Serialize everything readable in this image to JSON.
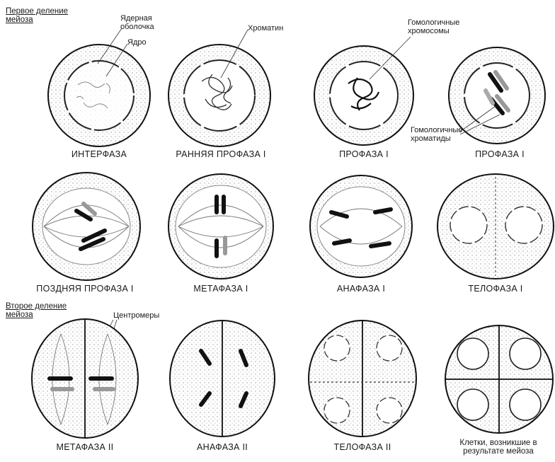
{
  "sections": {
    "first_line1": "Первое деление",
    "first_line2": "мейоза",
    "second_line1": "Второе деление",
    "second_line2": "мейоза"
  },
  "annotations": {
    "nuclear_envelope_line1": "Ядерная",
    "nuclear_envelope_line2": "оболочка",
    "nucleus": "Ядро",
    "chromatin": "Хроматин",
    "homologous_chromosomes_line1": "Гомологичные",
    "homologous_chromosomes_line2": "хромосомы",
    "homologous_chromatids_line1": "Гомологичные",
    "homologous_chromatids_line2": "хроматиды",
    "centromeres": "Центромеры"
  },
  "stages": {
    "interphase": "ИНТЕРФАЗА",
    "early_prophase1": "РАННЯЯ ПРОФАЗА I",
    "prophase1_a": "ПРОФАЗА I",
    "prophase1_b": "ПРОФАЗА I",
    "late_prophase1": "ПОЗДНЯЯ ПРОФАЗА I",
    "metaphase1": "МЕТАФАЗА I",
    "anaphase1": "АНАФАЗА I",
    "telophase1": "ТЕЛОФАЗА I",
    "metaphase2": "МЕТАФАЗА II",
    "anaphase2": "АНАФАЗА II",
    "telophase2": "ТЕЛОФАЗА II",
    "result_line1": "Клетки, возникшие в",
    "result_line2": "результате мейоза"
  }
}
